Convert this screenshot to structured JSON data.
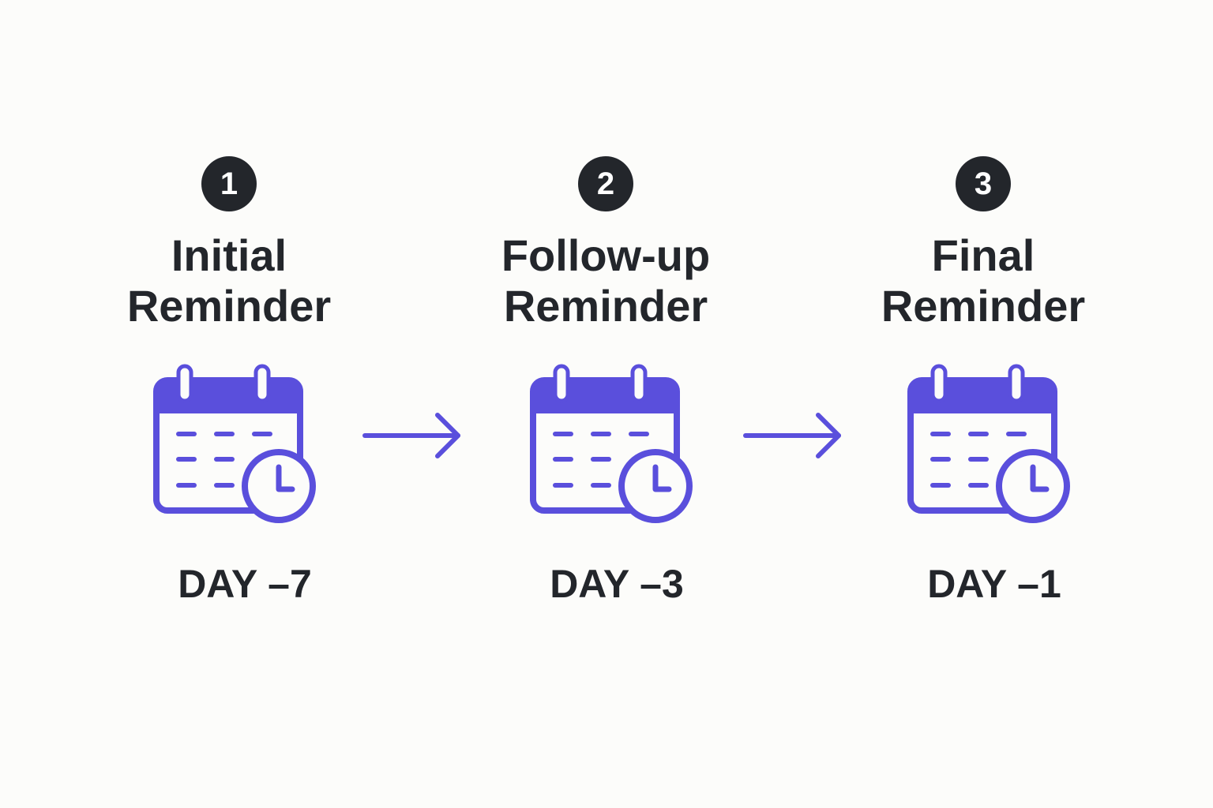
{
  "accent_color": "#5a4fdc",
  "text_color": "#23262b",
  "steps": [
    {
      "number": "1",
      "title_line1": "Initial",
      "title_line2": "Reminder",
      "day": "DAY –7",
      "icon": "calendar-clock-icon"
    },
    {
      "number": "2",
      "title_line1": "Follow-up",
      "title_line2": "Reminder",
      "day": "DAY –3",
      "icon": "calendar-clock-icon"
    },
    {
      "number": "3",
      "title_line1": "Final",
      "title_line2": "Reminder",
      "day": "DAY –1",
      "icon": "calendar-clock-icon"
    }
  ],
  "connector_icon": "arrow-right-icon"
}
